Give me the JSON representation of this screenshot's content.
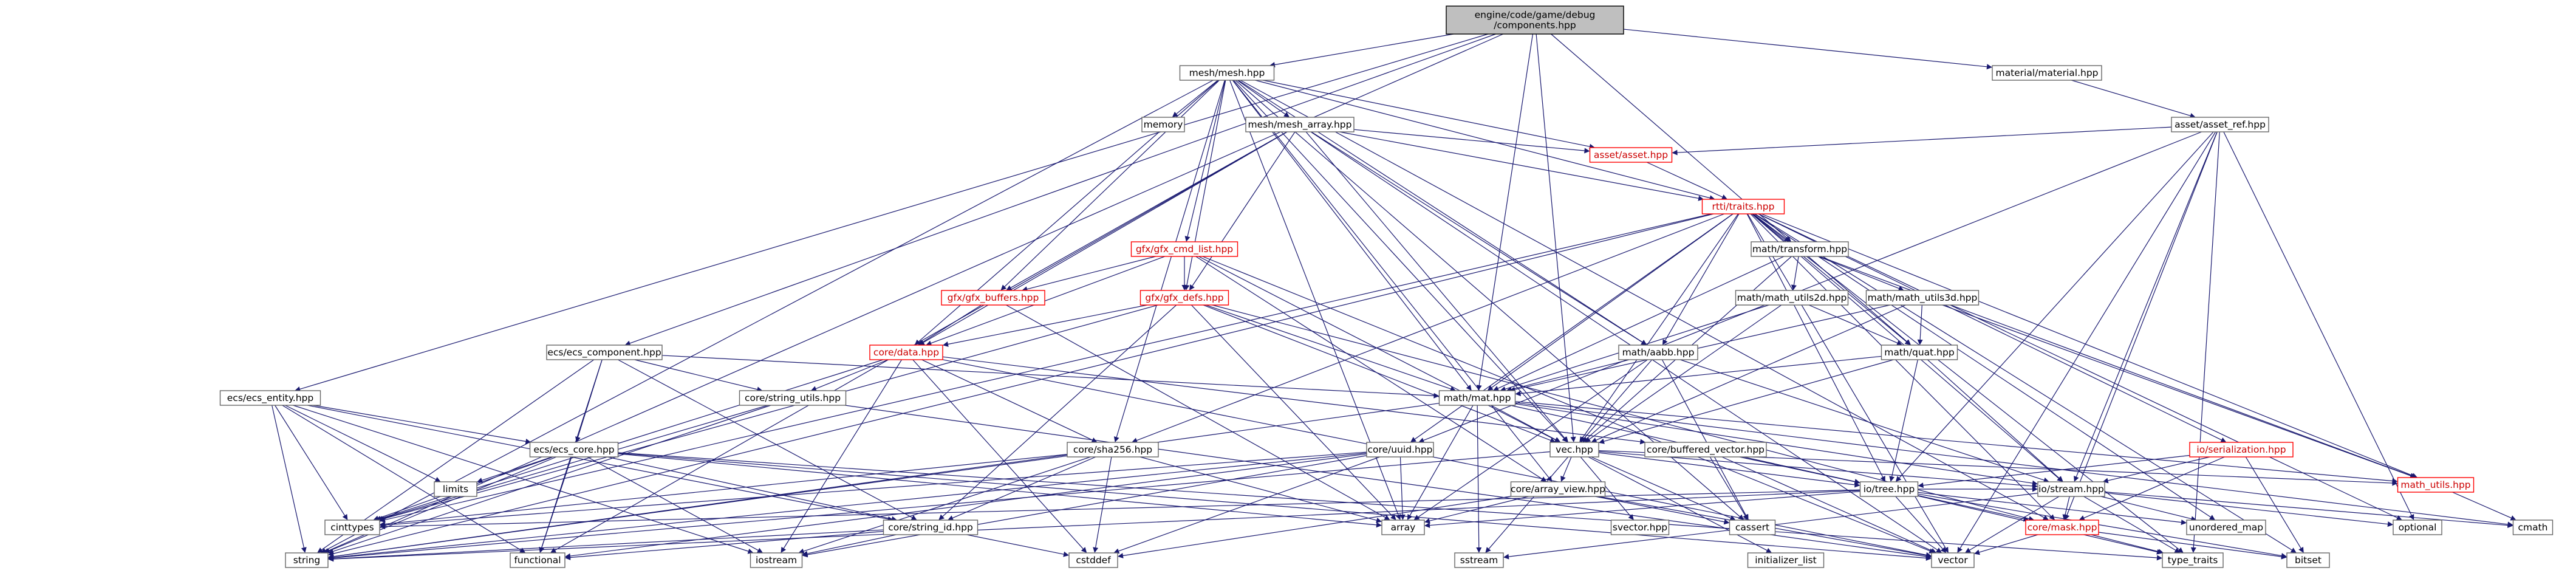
{
  "diagram": {
    "kind": "include dependency graph",
    "colors": {
      "edge": "#191970",
      "root_fill": "#bfbfbf",
      "truncated_border": "#ff0000",
      "node_border": "#666666"
    },
    "nodes": [
      {
        "id": "root",
        "label": "engine/code/game/debug\n/components.hpp",
        "style": "root"
      },
      {
        "id": "mesh",
        "label": "mesh/mesh.hpp",
        "style": "default"
      },
      {
        "id": "material",
        "label": "material/material.hpp",
        "style": "default"
      },
      {
        "id": "asset_ref",
        "label": "asset/asset_ref.hpp",
        "style": "default"
      },
      {
        "id": "mesh_array",
        "label": "mesh/mesh_array.hpp",
        "style": "default"
      },
      {
        "id": "memory",
        "label": "memory",
        "style": "default"
      },
      {
        "id": "asset",
        "label": "asset/asset.hpp",
        "style": "truncated"
      },
      {
        "id": "traits",
        "label": "rtti/traits.hpp",
        "style": "truncated"
      },
      {
        "id": "gfx_cmd_list",
        "label": "gfx/gfx_cmd_list.hpp",
        "style": "truncated"
      },
      {
        "id": "transform",
        "label": "math/transform.hpp",
        "style": "default"
      },
      {
        "id": "gfx_buffers",
        "label": "gfx/gfx_buffers.hpp",
        "style": "truncated"
      },
      {
        "id": "gfx_defs",
        "label": "gfx/gfx_defs.hpp",
        "style": "truncated"
      },
      {
        "id": "utils2d",
        "label": "math/math_utils2d.hpp",
        "style": "default"
      },
      {
        "id": "utils3d",
        "label": "math/math_utils3d.hpp",
        "style": "default"
      },
      {
        "id": "ecs_component",
        "label": "ecs/ecs_component.hpp",
        "style": "default"
      },
      {
        "id": "core_data",
        "label": "core/data.hpp",
        "style": "truncated"
      },
      {
        "id": "aabb",
        "label": "math/aabb.hpp",
        "style": "default"
      },
      {
        "id": "quat",
        "label": "math/quat.hpp",
        "style": "default"
      },
      {
        "id": "string_utils",
        "label": "core/string_utils.hpp",
        "style": "default"
      },
      {
        "id": "ecs_entity",
        "label": "ecs/ecs_entity.hpp",
        "style": "default"
      },
      {
        "id": "mat",
        "label": "math/mat.hpp",
        "style": "default"
      },
      {
        "id": "serialization",
        "label": "io/serialization.hpp",
        "style": "truncated"
      },
      {
        "id": "ecs_core",
        "label": "ecs/ecs_core.hpp",
        "style": "default"
      },
      {
        "id": "sha256",
        "label": "core/sha256.hpp",
        "style": "default"
      },
      {
        "id": "uuid",
        "label": "core/uuid.hpp",
        "style": "default"
      },
      {
        "id": "vec",
        "label": "vec.hpp",
        "style": "default"
      },
      {
        "id": "buffered_vector",
        "label": "core/buffered_vector.hpp",
        "style": "default"
      },
      {
        "id": "math_utils",
        "label": "math_utils.hpp",
        "style": "truncated"
      },
      {
        "id": "limits",
        "label": "limits",
        "style": "default"
      },
      {
        "id": "array_view",
        "label": "core/array_view.hpp",
        "style": "default"
      },
      {
        "id": "iotree",
        "label": "io/tree.hpp",
        "style": "default"
      },
      {
        "id": "iostream_hpp",
        "label": "io/stream.hpp",
        "style": "default"
      },
      {
        "id": "cinttypes",
        "label": "cinttypes",
        "style": "default"
      },
      {
        "id": "array",
        "label": "array",
        "style": "default"
      },
      {
        "id": "cassert",
        "label": "cassert",
        "style": "default"
      },
      {
        "id": "unordered_map",
        "label": "unordered_map",
        "style": "default"
      },
      {
        "id": "optional",
        "label": "optional",
        "style": "default"
      },
      {
        "id": "cmath",
        "label": "cmath",
        "style": "default"
      },
      {
        "id": "svector",
        "label": "svector.hpp",
        "style": "default"
      },
      {
        "id": "string_id",
        "label": "core/string_id.hpp",
        "style": "default"
      },
      {
        "id": "core_mask",
        "label": "core/mask.hpp",
        "style": "truncated"
      },
      {
        "id": "string",
        "label": "string",
        "style": "default"
      },
      {
        "id": "functional",
        "label": "functional",
        "style": "default"
      },
      {
        "id": "iostream",
        "label": "iostream",
        "style": "default"
      },
      {
        "id": "cstddef",
        "label": "cstddef",
        "style": "default"
      },
      {
        "id": "initializer_list",
        "label": "initializer_list",
        "style": "default"
      },
      {
        "id": "sstream",
        "label": "sstream",
        "style": "default"
      },
      {
        "id": "vector",
        "label": "vector",
        "style": "default"
      },
      {
        "id": "type_traits",
        "label": "type_traits",
        "style": "default"
      },
      {
        "id": "bitset",
        "label": "bitset",
        "style": "default"
      }
    ],
    "edges": [
      [
        "root",
        "mesh"
      ],
      [
        "root",
        "material"
      ],
      [
        "root",
        "ecs_component"
      ],
      [
        "root",
        "ecs_entity"
      ],
      [
        "root",
        "mat"
      ],
      [
        "root",
        "vec"
      ],
      [
        "root",
        "transform"
      ],
      [
        "root",
        "string"
      ],
      [
        "material",
        "asset_ref"
      ],
      [
        "asset_ref",
        "asset"
      ],
      [
        "asset_ref",
        "uuid"
      ],
      [
        "asset_ref",
        "iotree"
      ],
      [
        "asset_ref",
        "core_mask"
      ],
      [
        "asset_ref",
        "optional"
      ],
      [
        "asset_ref",
        "vector"
      ],
      [
        "asset_ref",
        "type_traits"
      ],
      [
        "asset_ref",
        "iostream_hpp"
      ],
      [
        "mesh",
        "mesh_array"
      ],
      [
        "mesh",
        "memory"
      ],
      [
        "mesh",
        "asset"
      ],
      [
        "mesh",
        "traits"
      ],
      [
        "mesh",
        "gfx_cmd_list"
      ],
      [
        "mesh",
        "gfx_buffers"
      ],
      [
        "mesh",
        "gfx_defs"
      ],
      [
        "mesh",
        "core_data"
      ],
      [
        "mesh",
        "aabb"
      ],
      [
        "mesh",
        "mat"
      ],
      [
        "mesh",
        "vec"
      ],
      [
        "mesh",
        "array_view"
      ],
      [
        "mesh",
        "string"
      ],
      [
        "mesh",
        "cassert"
      ],
      [
        "mesh",
        "array"
      ],
      [
        "mesh",
        "sha256"
      ],
      [
        "mesh",
        "core_mask"
      ],
      [
        "mesh_array",
        "asset"
      ],
      [
        "mesh_array",
        "traits"
      ],
      [
        "mesh_array",
        "gfx_buffers"
      ],
      [
        "mesh_array",
        "gfx_defs"
      ],
      [
        "mesh_array",
        "core_data"
      ],
      [
        "mesh_array",
        "aabb"
      ],
      [
        "mesh_array",
        "vec"
      ],
      [
        "mesh_array",
        "functional"
      ],
      [
        "mesh_array",
        "vector"
      ],
      [
        "asset",
        "traits"
      ],
      [
        "traits",
        "transform"
      ],
      [
        "traits",
        "aabb"
      ],
      [
        "traits",
        "mat"
      ],
      [
        "traits",
        "vec"
      ],
      [
        "traits",
        "quat"
      ],
      [
        "traits",
        "uuid"
      ],
      [
        "traits",
        "sha256"
      ],
      [
        "traits",
        "serialization"
      ],
      [
        "traits",
        "iotree"
      ],
      [
        "traits",
        "iostream_hpp"
      ],
      [
        "traits",
        "string"
      ],
      [
        "traits",
        "vector"
      ],
      [
        "traits",
        "optional"
      ],
      [
        "traits",
        "unordered_map"
      ],
      [
        "traits",
        "type_traits"
      ],
      [
        "traits",
        "bitset"
      ],
      [
        "traits",
        "cinttypes"
      ],
      [
        "traits",
        "core_mask"
      ],
      [
        "traits",
        "math_utils"
      ],
      [
        "gfx_cmd_list",
        "gfx_buffers"
      ],
      [
        "gfx_cmd_list",
        "gfx_defs"
      ],
      [
        "gfx_cmd_list",
        "core_data"
      ],
      [
        "gfx_cmd_list",
        "vec"
      ],
      [
        "gfx_cmd_list",
        "array_view"
      ],
      [
        "gfx_cmd_list",
        "vector"
      ],
      [
        "gfx_buffers",
        "core_data"
      ],
      [
        "gfx_buffers",
        "array"
      ],
      [
        "gfx_defs",
        "core_data"
      ],
      [
        "gfx_defs",
        "mat"
      ],
      [
        "gfx_defs",
        "vec"
      ],
      [
        "gfx_defs",
        "string_id"
      ],
      [
        "gfx_defs",
        "array"
      ],
      [
        "gfx_defs",
        "cinttypes"
      ],
      [
        "gfx_defs",
        "core_mask"
      ],
      [
        "transform",
        "utils2d"
      ],
      [
        "transform",
        "utils3d"
      ],
      [
        "transform",
        "mat"
      ],
      [
        "transform",
        "vec"
      ],
      [
        "transform",
        "quat"
      ],
      [
        "transform",
        "math_utils"
      ],
      [
        "utils2d",
        "mat"
      ],
      [
        "utils2d",
        "vec"
      ],
      [
        "utils2d",
        "quat"
      ],
      [
        "utils3d",
        "mat"
      ],
      [
        "utils3d",
        "quat"
      ],
      [
        "utils3d",
        "vec"
      ],
      [
        "utils3d",
        "math_utils"
      ],
      [
        "aabb",
        "mat"
      ],
      [
        "aabb",
        "vec"
      ],
      [
        "aabb",
        "iostream_hpp"
      ],
      [
        "aabb",
        "array"
      ],
      [
        "aabb",
        "cassert"
      ],
      [
        "quat",
        "mat"
      ],
      [
        "quat",
        "vec"
      ],
      [
        "quat",
        "iostream_hpp"
      ],
      [
        "quat",
        "iotree"
      ],
      [
        "core_data",
        "string_utils"
      ],
      [
        "core_data",
        "sha256"
      ],
      [
        "core_data",
        "buffered_vector"
      ],
      [
        "core_data",
        "cinttypes"
      ],
      [
        "core_data",
        "cstddef"
      ],
      [
        "core_data",
        "iostream"
      ],
      [
        "core_data",
        "vector"
      ],
      [
        "ecs_component",
        "ecs_core"
      ],
      [
        "ecs_component",
        "string_utils"
      ],
      [
        "ecs_component",
        "mat"
      ],
      [
        "ecs_component",
        "string_id"
      ],
      [
        "ecs_component",
        "functional"
      ],
      [
        "ecs_component",
        "string"
      ],
      [
        "ecs_entity",
        "ecs_core"
      ],
      [
        "ecs_entity",
        "limits"
      ],
      [
        "ecs_entity",
        "functional"
      ],
      [
        "ecs_entity",
        "string"
      ],
      [
        "ecs_entity",
        "iostream"
      ],
      [
        "ecs_entity",
        "string_id"
      ],
      [
        "ecs_entity",
        "cinttypes"
      ],
      [
        "mat",
        "vec"
      ],
      [
        "mat",
        "iostream_hpp"
      ],
      [
        "mat",
        "iotree"
      ],
      [
        "mat",
        "math_utils"
      ],
      [
        "mat",
        "array"
      ],
      [
        "mat",
        "cmath"
      ],
      [
        "mat",
        "string"
      ],
      [
        "mat",
        "sstream"
      ],
      [
        "serialization",
        "iostream_hpp"
      ],
      [
        "serialization",
        "iotree"
      ],
      [
        "serialization",
        "core_mask"
      ],
      [
        "serialization",
        "bitset"
      ],
      [
        "ecs_core",
        "limits"
      ],
      [
        "ecs_core",
        "cinttypes"
      ],
      [
        "ecs_core",
        "functional"
      ],
      [
        "ecs_core",
        "string"
      ],
      [
        "ecs_core",
        "array"
      ],
      [
        "ecs_core",
        "vector"
      ],
      [
        "ecs_core",
        "string_id"
      ],
      [
        "ecs_core",
        "iostream"
      ],
      [
        "ecs_core",
        "type_traits"
      ],
      [
        "string_utils",
        "string"
      ],
      [
        "string_utils",
        "cinttypes"
      ],
      [
        "string_utils",
        "vector"
      ],
      [
        "sha256",
        "cinttypes"
      ],
      [
        "sha256",
        "array"
      ],
      [
        "sha256",
        "string"
      ],
      [
        "sha256",
        "iostream"
      ],
      [
        "sha256",
        "cstddef"
      ],
      [
        "sha256",
        "string_id"
      ],
      [
        "uuid",
        "cinttypes"
      ],
      [
        "uuid",
        "array"
      ],
      [
        "uuid",
        "string"
      ],
      [
        "uuid",
        "iostream"
      ],
      [
        "uuid",
        "cstddef"
      ],
      [
        "uuid",
        "functional"
      ],
      [
        "vec",
        "array_view"
      ],
      [
        "vec",
        "iostream_hpp"
      ],
      [
        "vec",
        "iotree"
      ],
      [
        "vec",
        "math_utils"
      ],
      [
        "vec",
        "svector"
      ],
      [
        "vec",
        "cassert"
      ],
      [
        "vec",
        "string"
      ],
      [
        "vec",
        "initializer_list"
      ],
      [
        "vec",
        "sstream"
      ],
      [
        "buffered_vector",
        "vector"
      ],
      [
        "buffered_vector",
        "cassert"
      ],
      [
        "buffered_vector",
        "iotree"
      ],
      [
        "array_view",
        "cassert"
      ],
      [
        "array_view",
        "vector"
      ],
      [
        "array_view",
        "cstddef"
      ],
      [
        "array_view",
        "array"
      ],
      [
        "iotree",
        "iostream_hpp"
      ],
      [
        "iotree",
        "core_mask"
      ],
      [
        "iotree",
        "vector"
      ],
      [
        "iotree",
        "type_traits"
      ],
      [
        "iotree",
        "unordered_map"
      ],
      [
        "iotree",
        "string"
      ],
      [
        "iotree",
        "cinttypes"
      ],
      [
        "iotree",
        "array"
      ],
      [
        "iotree",
        "bitset"
      ],
      [
        "iostream_hpp",
        "core_mask"
      ],
      [
        "iostream_hpp",
        "optional"
      ],
      [
        "iostream_hpp",
        "unordered_map"
      ],
      [
        "iostream_hpp",
        "cmath"
      ],
      [
        "iostream_hpp",
        "type_traits"
      ],
      [
        "iostream_hpp",
        "sstream"
      ],
      [
        "iostream_hpp",
        "vector"
      ],
      [
        "math_utils",
        "cmath"
      ],
      [
        "string_id",
        "string"
      ],
      [
        "string_id",
        "functional"
      ],
      [
        "string_id",
        "cstddef"
      ],
      [
        "string_id",
        "iostream"
      ],
      [
        "core_mask",
        "vector"
      ],
      [
        "core_mask",
        "type_traits"
      ],
      [
        "core_mask",
        "bitset"
      ]
    ]
  }
}
